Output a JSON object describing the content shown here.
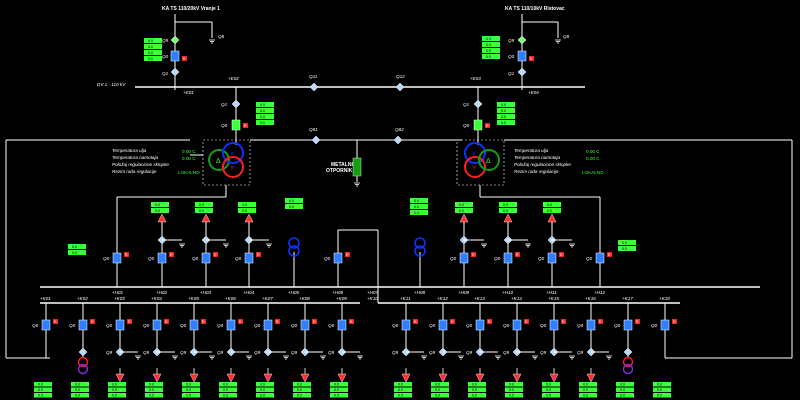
{
  "title_left": "KA TS 110/20kV Vranje 1",
  "title_right": "KA TS 110/10kV Ristovac",
  "left_line_label": "DV 1 - 110 kV",
  "bus110": {
    "e02": "+E02",
    "e03": "+E03",
    "e01": "+E01",
    "e04": "+E04",
    "q11": "Q11",
    "q12": "Q12",
    "q81": "Q81",
    "q82": "Q82"
  },
  "grounding": {
    "label_line1": "METALNI",
    "label_line2": "OTPORNIK"
  },
  "transformer_left": {
    "rows": [
      {
        "label": "Temperatura ulja",
        "value": "0.00 C"
      },
      {
        "label": "Temperatura namotaja",
        "value": "0.00 C"
      },
      {
        "label": "Položaj regulacione sklopke",
        "value": ""
      },
      {
        "label": "Rezim rada regulacije",
        "value": "LOKALNO"
      }
    ]
  },
  "transformer_right": {
    "rows": [
      {
        "label": "Temperatura ulja",
        "value": "0.00 C"
      },
      {
        "label": "Temperatura namotaja",
        "value": "0.00 C"
      },
      {
        "label": "Položaj regulacione sklopke",
        "value": ""
      },
      {
        "label": "Rezim rada regulacije",
        "value": "LOKALNO"
      }
    ]
  },
  "switch_labels": {
    "q0": "Q0",
    "q1": "Q1",
    "q8": "Q8",
    "q9": "Q9",
    "q2": "Q2"
  },
  "measurement_value": "0.0",
  "bus20_left": [
    "+H01",
    "+H02",
    "+H03",
    "+H04",
    "+H05",
    "+H06"
  ],
  "bus20_right": [
    "+H08",
    "+H09",
    "+H10",
    "+H11",
    "+H12"
  ],
  "h07": "+H07",
  "k10": "+K10",
  "feeders_left": [
    "+K01",
    "+K02",
    "+K03",
    "+K04",
    "+K05",
    "+K06",
    "+K07",
    "+K08",
    "+K09"
  ],
  "feeders_right": [
    "+K11",
    "+K12",
    "+K13",
    "+K14",
    "+K15",
    "+K16",
    "+K17",
    "+K18"
  ],
  "colors": {
    "background": "#000000",
    "breaker": "#2f7fff",
    "measure_box": "#3cff3c",
    "transformer_blue": "#1030ff",
    "transformer_red": "#ff2020",
    "transformer_green": "#10a010",
    "disconnector": "#b8d8ff",
    "arrow": "#ff3030",
    "purple": "#8a2be2"
  }
}
